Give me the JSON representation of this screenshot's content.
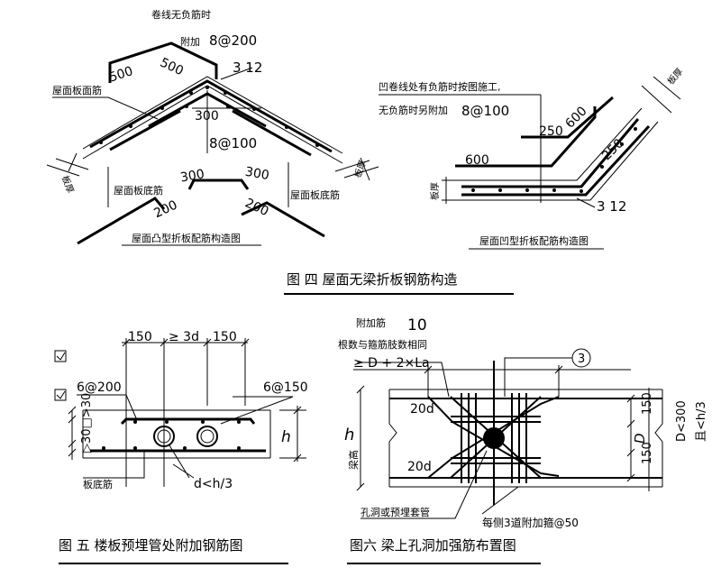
{
  "fig4": {
    "caption": "图 四 屋面无梁折板钢筋构造",
    "convex": {
      "subcaption": "屋面凸型折板配筋构造图",
      "note_top": "卷线无负筋时",
      "note_add": "附加",
      "add_spec": "8@200",
      "dim_500a": "500",
      "dim_500b": "500",
      "face_bar": "屋面板面筋",
      "bars_3_12": "3 12",
      "dim_300": "300",
      "spec_8_100": "8@100",
      "bottom_bar_left": "屋面板底筋",
      "bottom_bar_right": "屋面板底筋",
      "dim_300b": "300",
      "dim_300c": "300",
      "dim_200a": "200",
      "dim_200b": "200",
      "thickness_left": "板厚",
      "thickness_right": "板厚"
    },
    "concave": {
      "subcaption": "屋面凹型折板配筋构造图",
      "note1": "凹卷线处有负筋时按图施工,",
      "note2": "无负筋时另附加",
      "spec": "8@100",
      "thickness_label": "板厚",
      "thickness_right": "板厚",
      "dim_250a": "250",
      "dim_600a": "600",
      "dim_250b": "250",
      "dim_600b": "600",
      "bars": "3 12"
    }
  },
  "fig5": {
    "caption": "图 五 楼板预埋管处附加钢筋图",
    "dim_150a": "150",
    "dim_3d": "≥ 3d",
    "dim_150b": "150",
    "spec_left": "6@200",
    "spec_right": "6@150",
    "side_dim": "▷30□>30",
    "h_label": "h",
    "bottom_bar": "板底筋",
    "d_note": "d<h/3"
  },
  "fig6": {
    "caption": "图六 梁上孔洞加强筋布置图",
    "add_bar": "附加筋",
    "add_count": "10",
    "note_stirrup": "根数与箍筋肢数相同",
    "note_len": "≥ D + 2×La",
    "circle_num": "3",
    "dim_20d_top": "20d",
    "dim_20d_bot": "20d",
    "beam_h": "h",
    "beam_height_label": "梁高",
    "dim_150_top": "150",
    "dim_150_bot": "150",
    "D_label": "D",
    "cond1": "D<300",
    "cond2": "且<h/3",
    "sleeve_note": "孔洞或预埋套管",
    "stirrup_note": "每侧3道附加箍@50"
  }
}
